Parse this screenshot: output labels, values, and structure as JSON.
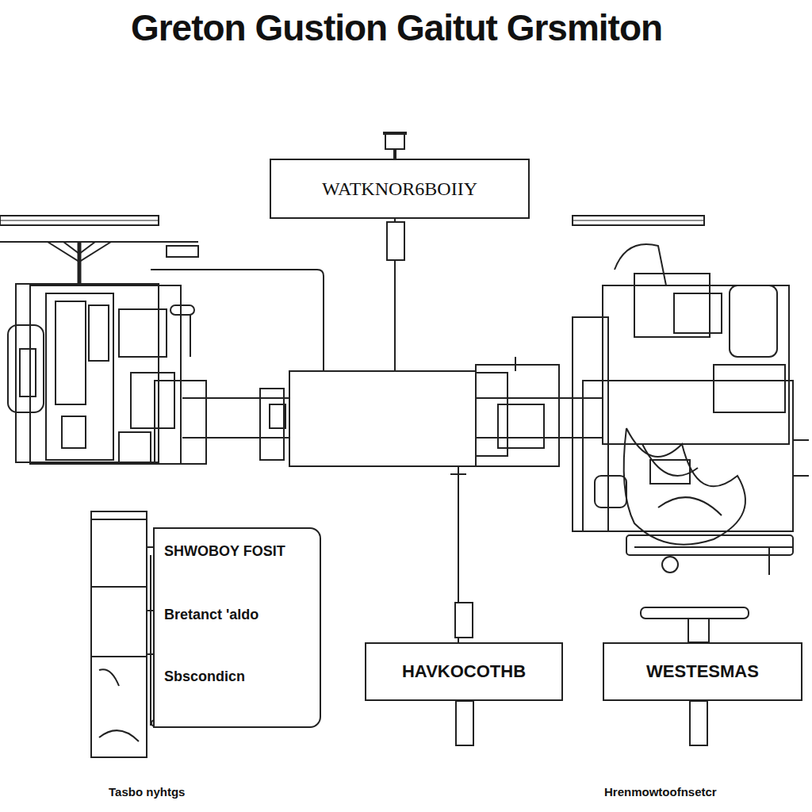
{
  "diagram": {
    "title": "Greton Gustion Gaitut Grsmiton",
    "nodes": [
      {
        "text": [
          "WATKNOR6BOIIY"
        ]
      },
      {
        "text": [
          "SHWOBOY FOSIT",
          "Bretanct 'aldo",
          "Sbscondicn"
        ]
      },
      {
        "text": [
          "HAVKOCOTHB"
        ]
      },
      {
        "text": [
          "WESTESMAS"
        ]
      }
    ],
    "labels": [
      "Tasbo nyhtgs",
      "Hrenmowtoofnsetcr"
    ]
  }
}
